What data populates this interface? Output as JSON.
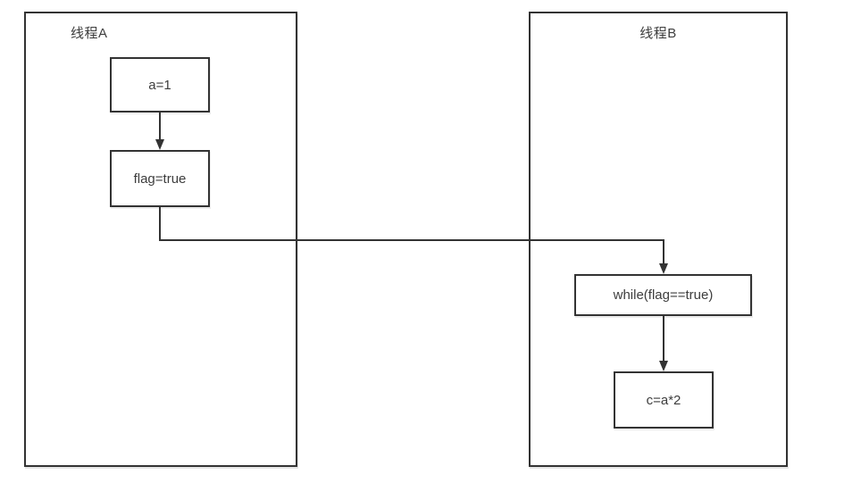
{
  "diagram": {
    "background_color": "#ffffff",
    "line_color": "#333333",
    "text_color": "#3d3d3d",
    "thread_a": {
      "label": "线程A",
      "nodes": [
        {
          "id": "a-assign",
          "label": "a=1"
        },
        {
          "id": "flag-assign",
          "label": "flag=true"
        }
      ]
    },
    "thread_b": {
      "label": "线程B",
      "nodes": [
        {
          "id": "while-check",
          "label": "while(flag==true)"
        },
        {
          "id": "c-assign",
          "label": "c=a*2"
        }
      ]
    },
    "connections": [
      {
        "from": "a=1",
        "to": "flag=true"
      },
      {
        "from": "flag=true",
        "to": "while(flag==true)"
      },
      {
        "from": "while(flag==true)",
        "to": "c=a*2"
      }
    ]
  }
}
